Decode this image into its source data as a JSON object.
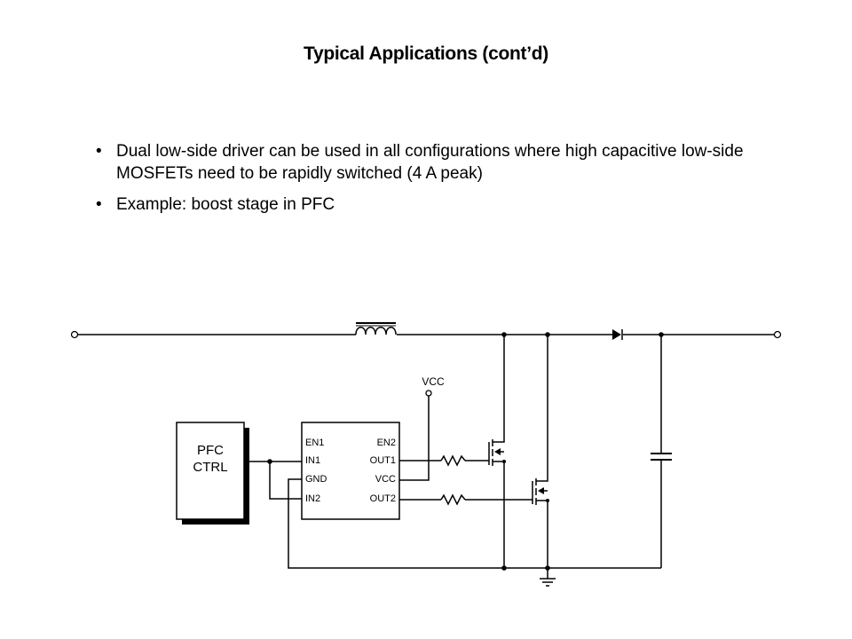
{
  "slide": {
    "title": "Typical Applications (cont’d)",
    "bullets": [
      {
        "marker": "•",
        "text": "Dual low-side driver can be used in all configurations where high capacitive low-side MOSFETs need to be rapidly switched (4 A peak)"
      },
      {
        "marker": "•",
        "text": "Example: boost stage in PFC"
      }
    ]
  },
  "schematic": {
    "controller": {
      "line1": "PFC",
      "line2": "CTRL"
    },
    "driver_ic": {
      "left_pins": [
        "EN1",
        "IN1",
        "GND",
        "IN2"
      ],
      "right_pins": [
        "EN2",
        "OUT1",
        "VCC",
        "OUT2"
      ]
    },
    "supply_label": "VCC",
    "components": [
      "inductor",
      "diode",
      "capacitor",
      "mosfet-1",
      "mosfet-2",
      "gate-resistor-1",
      "gate-resistor-2",
      "ground"
    ]
  }
}
